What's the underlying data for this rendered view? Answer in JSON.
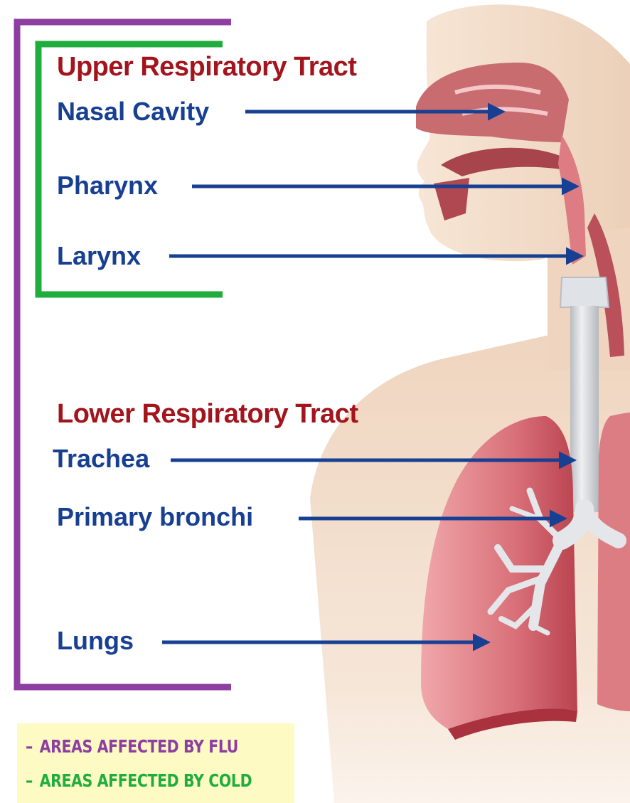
{
  "colors": {
    "heading": "#a3141c",
    "label": "#173f92",
    "arrow": "#173f92",
    "flu_bracket": "#8e3ea0",
    "cold_bracket": "#1fae3d",
    "legend_background": "#fdfbc3",
    "skin": "#f1d9c4",
    "lung": "#d86f78",
    "airway": "#d9dce0"
  },
  "upper_tract": {
    "heading": "Upper Respiratory Tract",
    "parts": [
      "Nasal Cavity",
      "Pharynx",
      "Larynx"
    ]
  },
  "lower_tract": {
    "heading": "Lower Respiratory Tract",
    "parts": [
      "Trachea",
      "Primary bronchi",
      "Lungs"
    ]
  },
  "legend": {
    "flu": "AREAS AFFECTED BY FLU",
    "cold": "AREAS AFFECTED BY COLD"
  }
}
